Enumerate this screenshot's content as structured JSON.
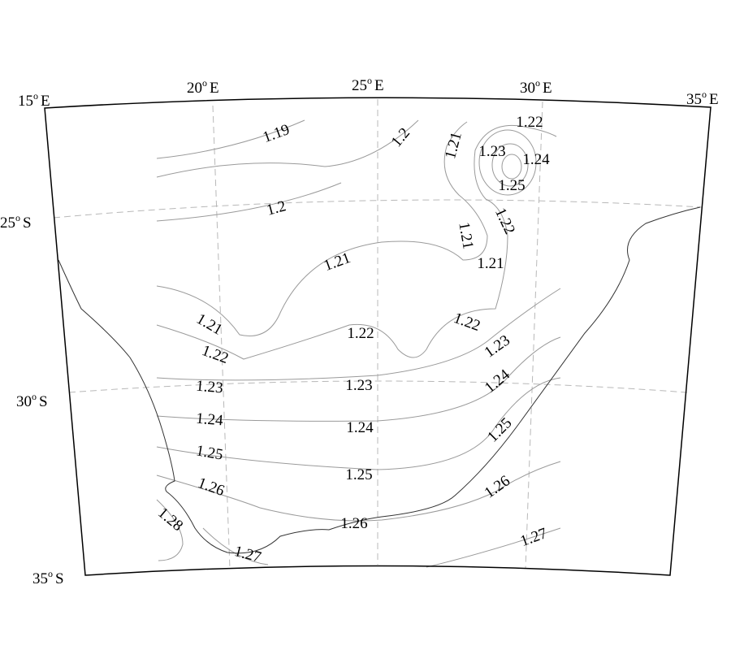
{
  "map": {
    "lon_labels": [
      {
        "deg": "15",
        "hemi": "E"
      },
      {
        "deg": "20",
        "hemi": "E"
      },
      {
        "deg": "25",
        "hemi": "E"
      },
      {
        "deg": "30",
        "hemi": "E"
      },
      {
        "deg": "35",
        "hemi": "E"
      }
    ],
    "lat_labels": [
      {
        "deg": "25",
        "hemi": "S"
      },
      {
        "deg": "30",
        "hemi": "S"
      },
      {
        "deg": "35",
        "hemi": "S"
      }
    ],
    "degree_symbol": "o",
    "contour_labels": [
      "1.19",
      "1.2",
      "1.2",
      "1.21",
      "1.21",
      "1.21",
      "1.21",
      "1.21",
      "1.22",
      "1.22",
      "1.22",
      "1.22",
      "1.22",
      "1.23",
      "1.23",
      "1.23",
      "1.23",
      "1.24",
      "1.24",
      "1.24",
      "1.24",
      "1.25",
      "1.25",
      "1.25",
      "1.25",
      "1.26",
      "1.26",
      "1.26",
      "1.27",
      "1.27",
      "1.28"
    ],
    "colors": {
      "frame": "#000000",
      "coast": "#333333",
      "contour": "#9a9a9a",
      "graticule": "#b8b8b8"
    }
  }
}
